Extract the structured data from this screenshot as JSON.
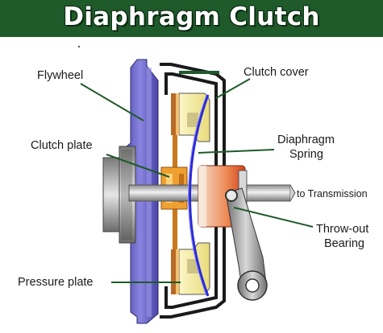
{
  "title": "Diaphragm Clutch",
  "labels": {
    "flywheel": "Flywheel",
    "clutch_cover": "Clutch cover",
    "clutch_plate": "Clutch plate",
    "diaphragm_line1": "Diaphragm",
    "diaphragm_line2": "Spring",
    "to_transmission": "to Transmission",
    "throwout_line1": "Throw-out",
    "throwout_line2": "Bearing",
    "pressure_plate": "Pressure plate"
  },
  "colors": {
    "title_bg": "#1f5a2a",
    "leader_lines": "#1f5a2a",
    "flywheel": "#6a63c8",
    "clutch_plate": "#f0a030",
    "pressure_plate": "#f2e79a",
    "diaphragm_spring": "#2a2ad8",
    "throwout_bearing": "#e05530",
    "shaft": "#b8b8b8",
    "cover": "#1a1a1a"
  }
}
